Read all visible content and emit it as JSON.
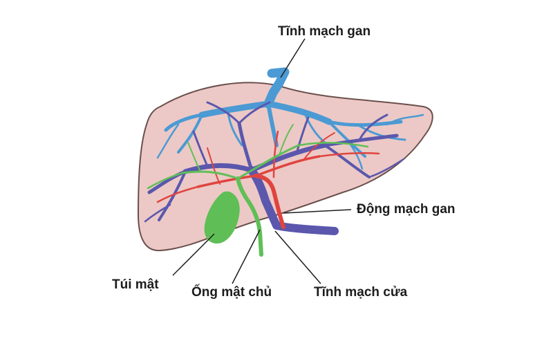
{
  "labels": {
    "hepatic_vein": "Tĩnh mạch gan",
    "hepatic_artery": "Động mạch gan",
    "gallbladder": "Túi mật",
    "common_bile_duct": "Ống mật chủ",
    "portal_vein": "Tĩnh mạch cửa"
  },
  "colors": {
    "liver_fill": "#ecc9c6",
    "liver_outline": "#6a4f4c",
    "hepatic_vein": "#4b9ad4",
    "portal_vein": "#5b57ad",
    "hepatic_artery": "#e0443f",
    "bile": "#5fbf56",
    "leader_line": "#1c1c1c"
  }
}
